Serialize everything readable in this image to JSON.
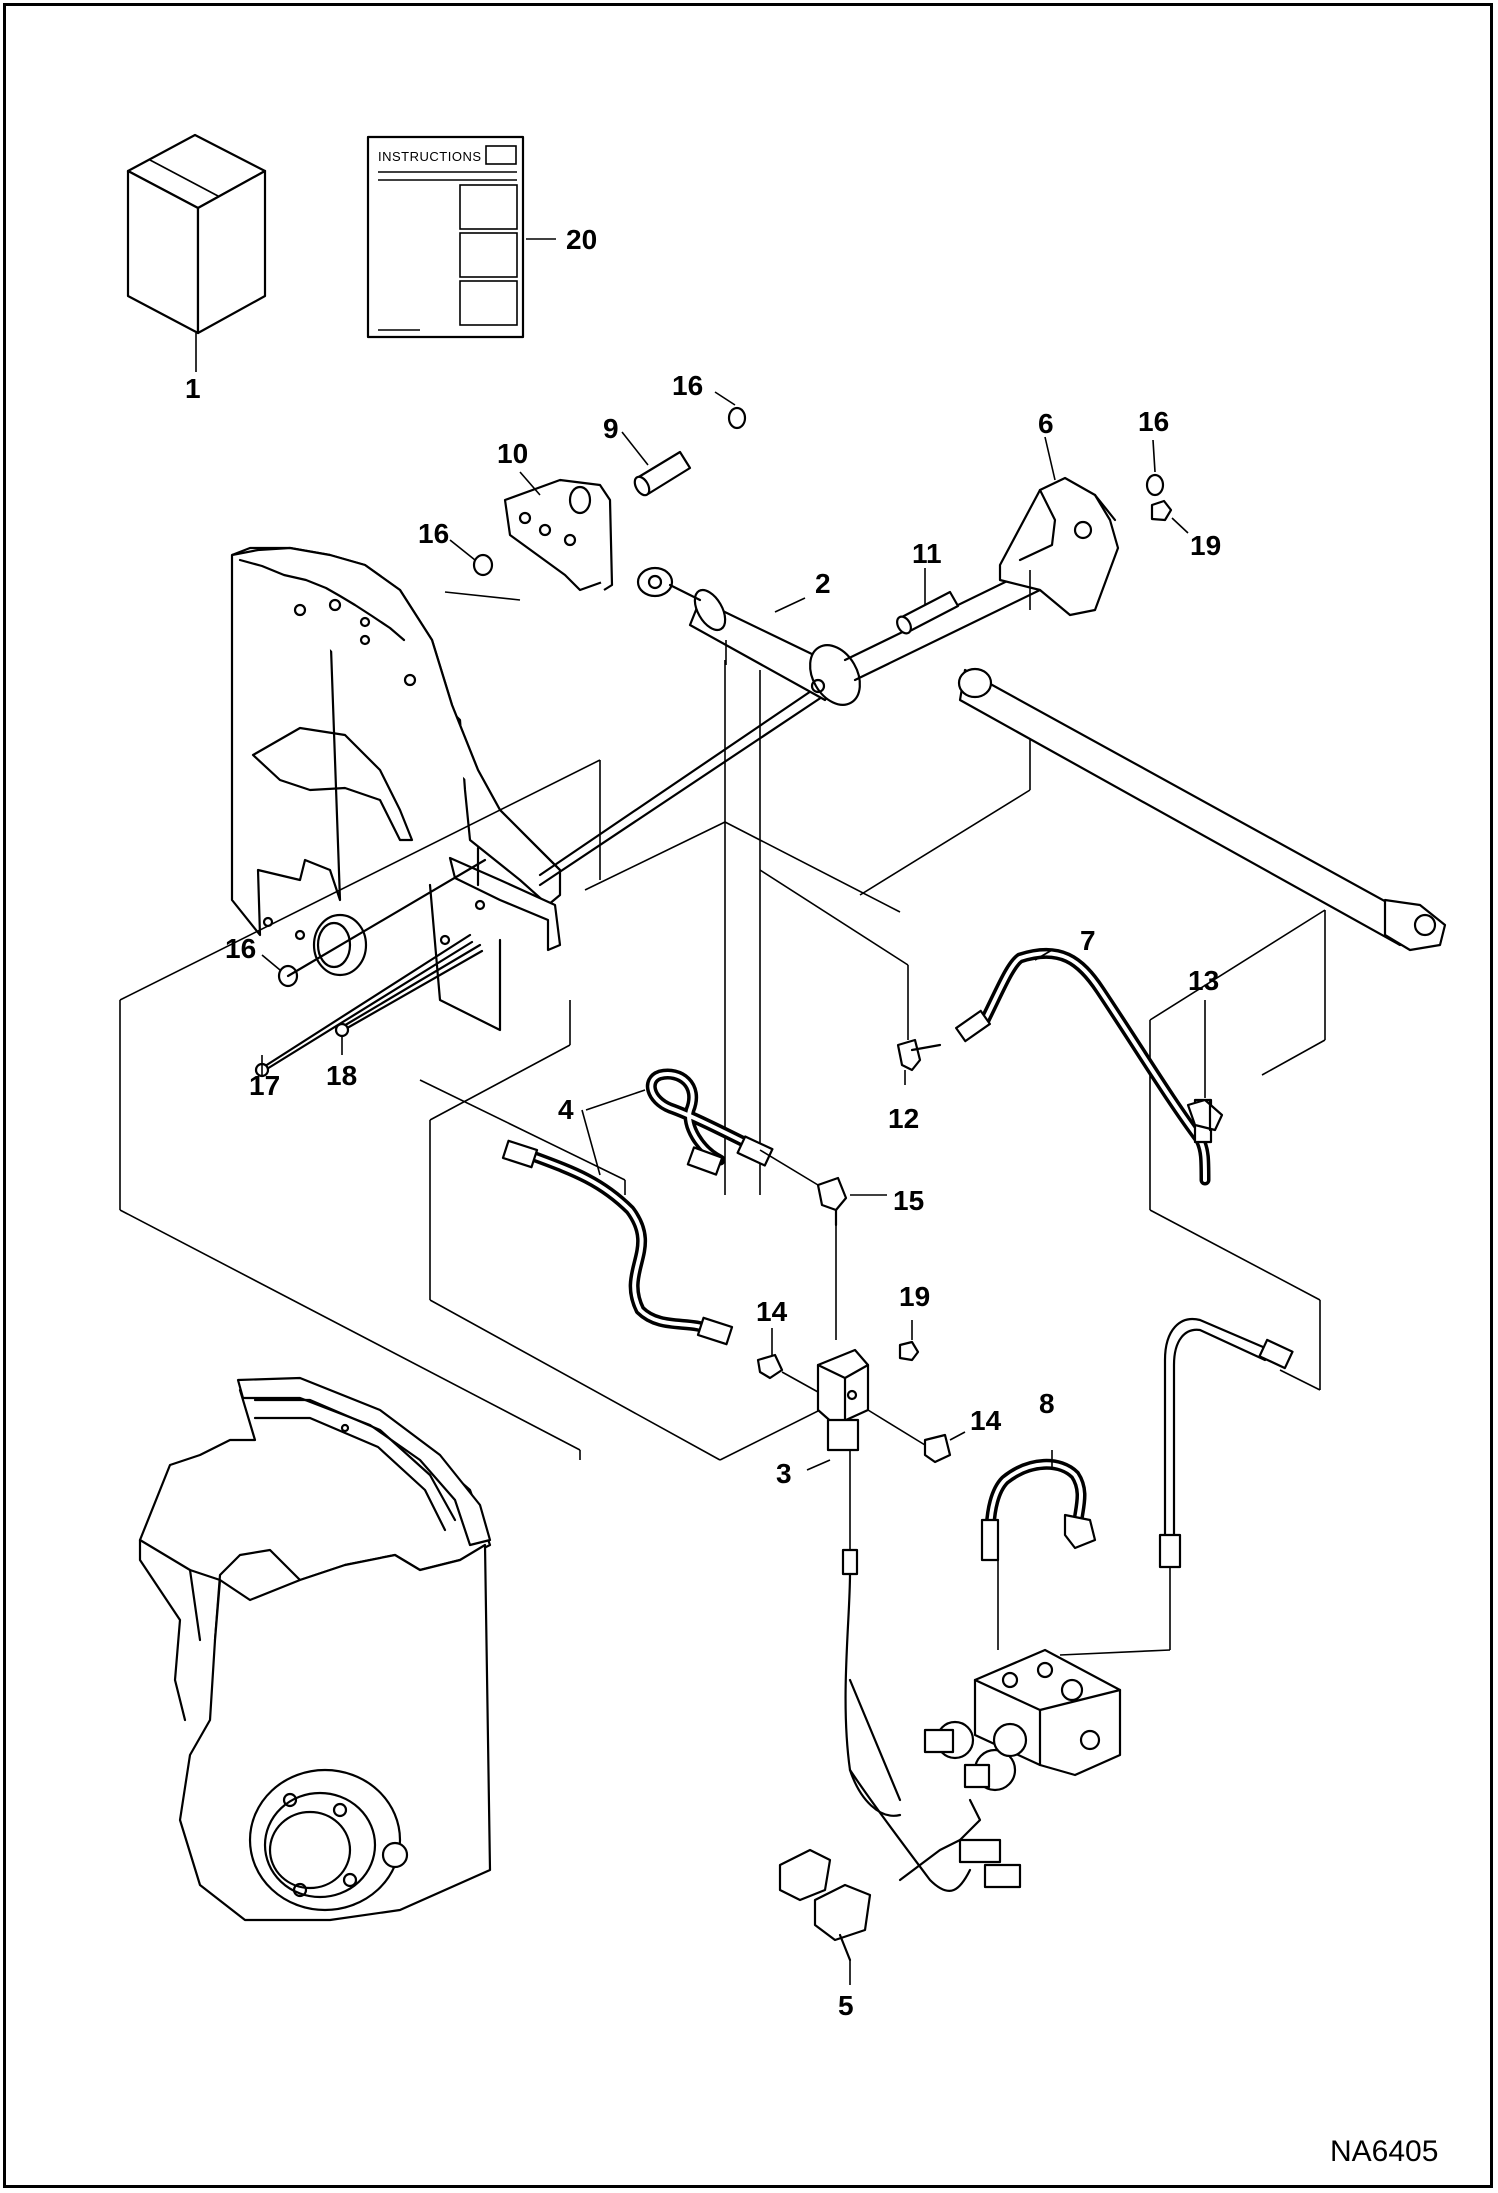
{
  "instructions_card": {
    "title": "INSTRUCTIONS"
  },
  "drawing_number": "NA6405",
  "callouts": [
    {
      "id": "c1",
      "text": "1"
    },
    {
      "id": "c20",
      "text": "20"
    },
    {
      "id": "c16a",
      "text": "16"
    },
    {
      "id": "c9",
      "text": "9"
    },
    {
      "id": "c10",
      "text": "10"
    },
    {
      "id": "c6",
      "text": "6"
    },
    {
      "id": "c16b",
      "text": "16"
    },
    {
      "id": "c19a",
      "text": "19"
    },
    {
      "id": "c16c",
      "text": "16"
    },
    {
      "id": "c11",
      "text": "11"
    },
    {
      "id": "c2",
      "text": "2"
    },
    {
      "id": "c16d",
      "text": "16"
    },
    {
      "id": "c17",
      "text": "17"
    },
    {
      "id": "c18",
      "text": "18"
    },
    {
      "id": "c7",
      "text": "7"
    },
    {
      "id": "c13",
      "text": "13"
    },
    {
      "id": "c12",
      "text": "12"
    },
    {
      "id": "c4",
      "text": "4"
    },
    {
      "id": "c15",
      "text": "15"
    },
    {
      "id": "c14a",
      "text": "14"
    },
    {
      "id": "c19b",
      "text": "19"
    },
    {
      "id": "c8",
      "text": "8"
    },
    {
      "id": "c14b",
      "text": "14"
    },
    {
      "id": "c3",
      "text": "3"
    },
    {
      "id": "c5",
      "text": "5"
    }
  ]
}
